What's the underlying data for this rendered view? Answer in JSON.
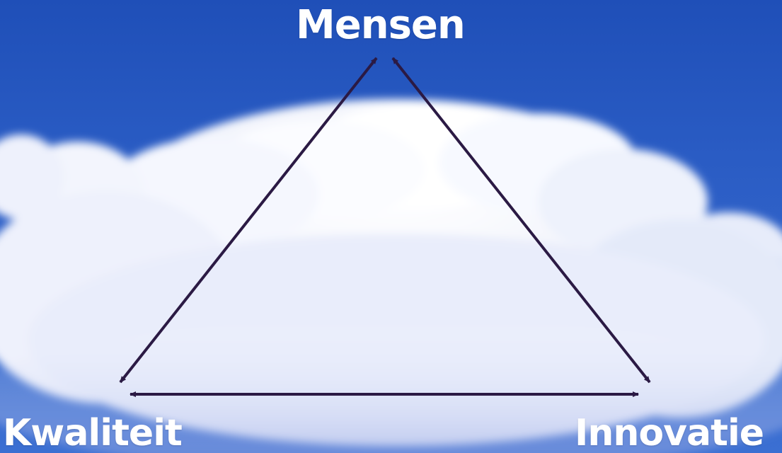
{
  "diagram": {
    "nodes": {
      "top": "Mensen",
      "left": "Kwaliteit",
      "right": "Innovatie"
    },
    "edges": [
      {
        "from": "top",
        "to": "left",
        "arrows": "both"
      },
      {
        "from": "top",
        "to": "right",
        "arrows": "both"
      },
      {
        "from": "left",
        "to": "right",
        "arrows": "both"
      }
    ],
    "colors": {
      "sky": "#2a5cc4",
      "cloud": "#ffffff",
      "arrow": "#2b1a44",
      "label": "#ffffff"
    }
  }
}
